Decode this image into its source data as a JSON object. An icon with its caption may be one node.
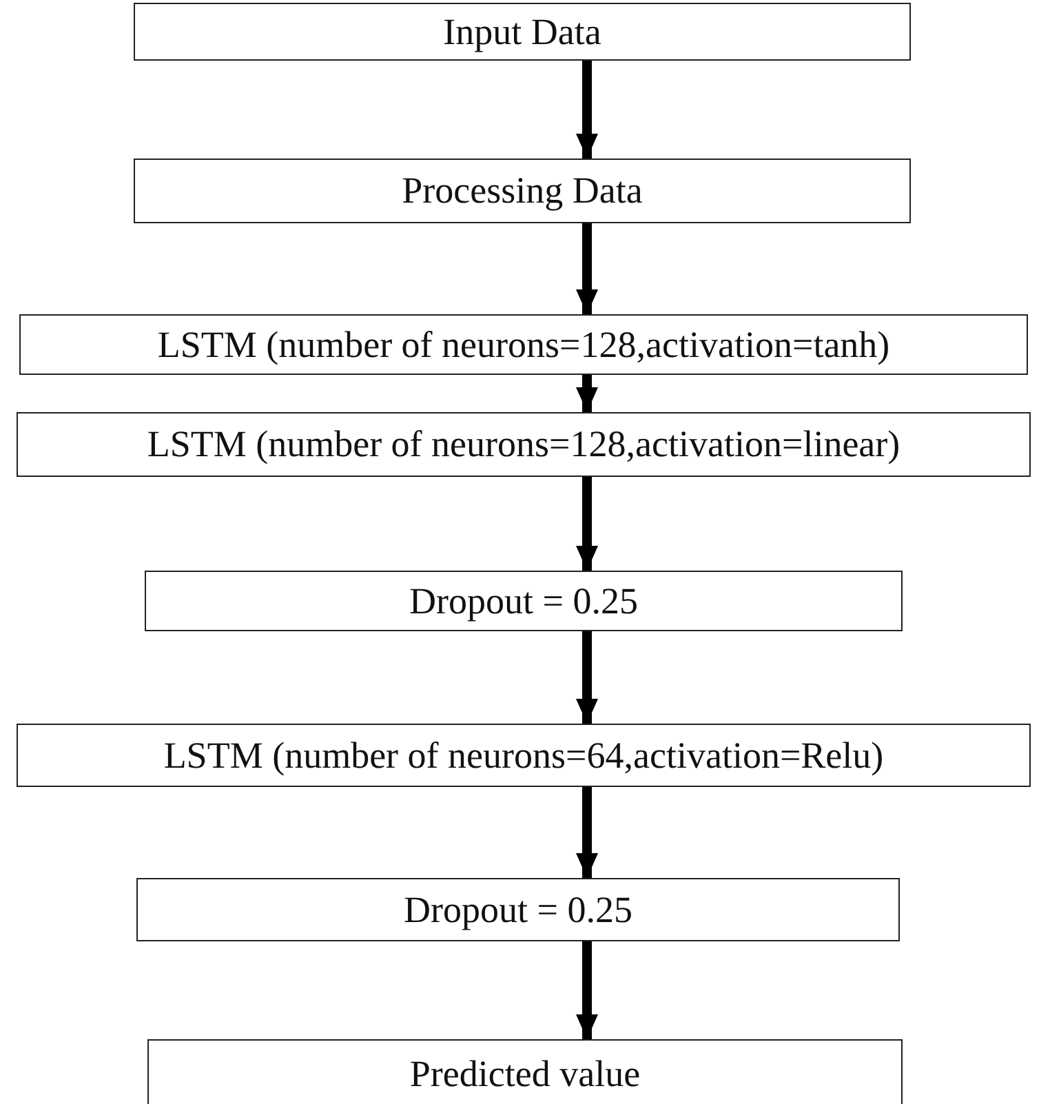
{
  "diagram": {
    "nodes": [
      {
        "text": [
          "Input Data"
        ]
      },
      {
        "text": [
          "Processing Data"
        ]
      },
      {
        "text": [
          "LSTM (number of neurons=128,activation=tanh)"
        ]
      },
      {
        "text": [
          "LSTM (number of neurons=128,activation=linear)"
        ]
      },
      {
        "text": [
          "Dropout = 0.25"
        ]
      },
      {
        "text": [
          "LSTM (number of neurons=64,activation=Relu)"
        ]
      },
      {
        "text": [
          "Dropout = 0.25"
        ]
      },
      {
        "text": [
          "Predicted value"
        ]
      }
    ],
    "edges": [
      {
        "from": 0,
        "to": 1,
        "arrow": "to"
      },
      {
        "from": 1,
        "to": 2,
        "arrow": "to"
      },
      {
        "from": 2,
        "to": 3,
        "arrow": "to"
      },
      {
        "from": 3,
        "to": 4,
        "arrow": "to"
      },
      {
        "from": 4,
        "to": 5,
        "arrow": "to"
      },
      {
        "from": 5,
        "to": 6,
        "arrow": "to"
      },
      {
        "from": 6,
        "to": 7,
        "arrow": "to"
      }
    ]
  }
}
